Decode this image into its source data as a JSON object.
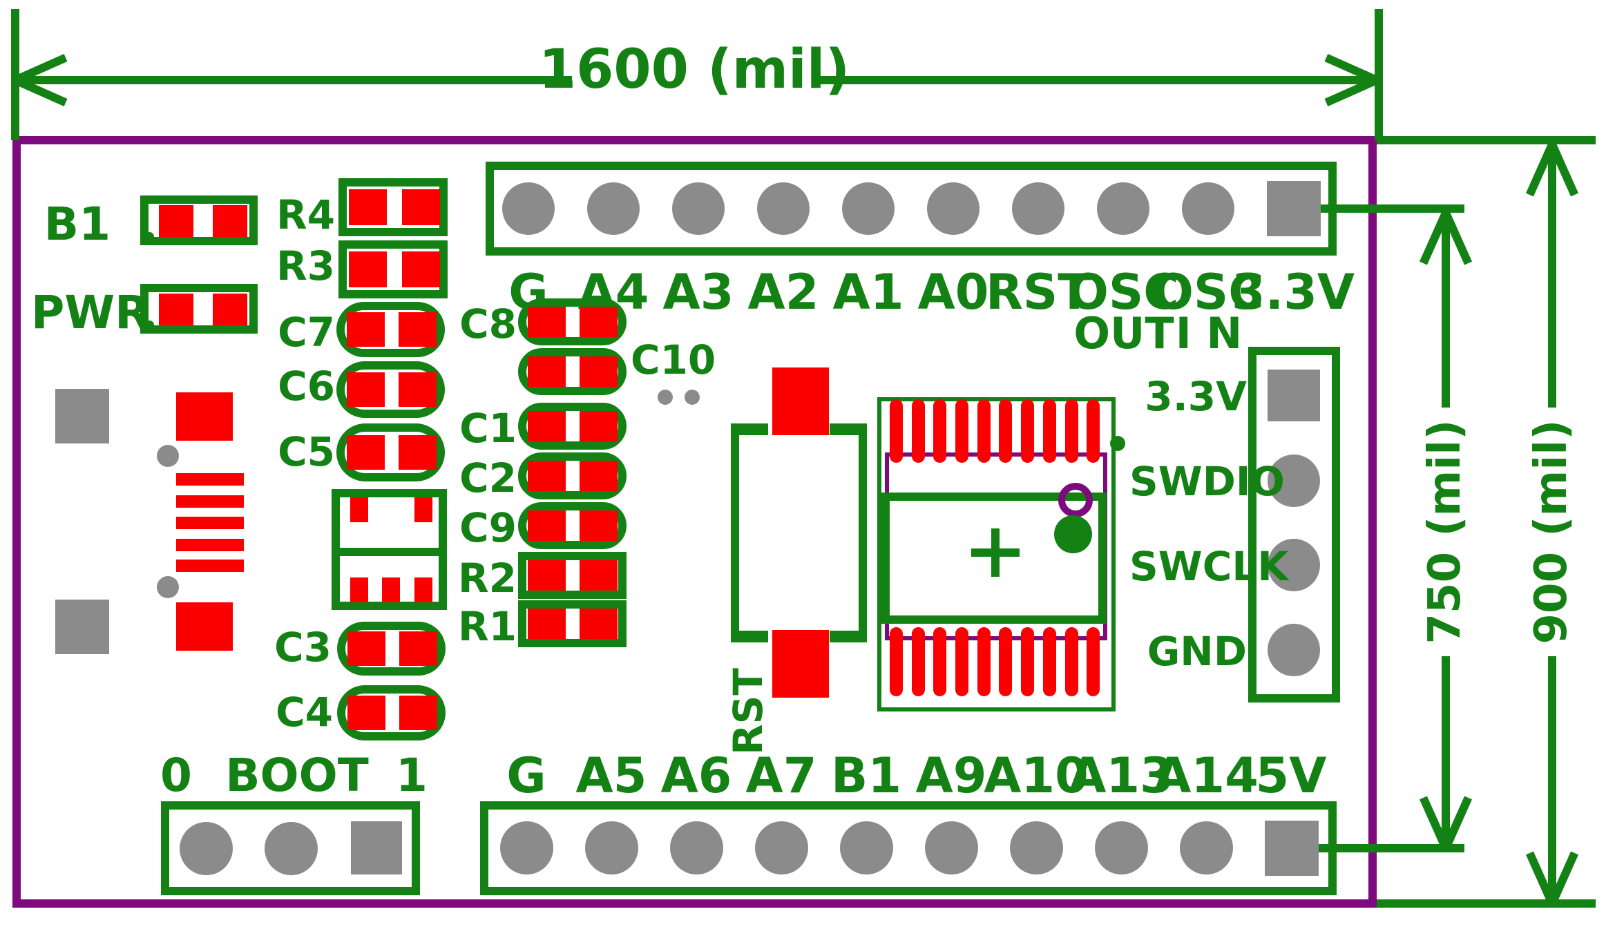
{
  "dimensions": {
    "width_label": "1600 (mil)",
    "inner_height_label": "750 (mil)",
    "outer_height_label": "900 (mil)"
  },
  "header_top": {
    "labels": [
      "G",
      "A4",
      "A3",
      "A2",
      "A1",
      "A0",
      "RST",
      "OSC",
      "OSC",
      "3.3V"
    ],
    "osc_out": "OUT",
    "osc_in": "I N"
  },
  "header_bottom": {
    "labels": [
      "G",
      "A5",
      "A6",
      "A7",
      "B1",
      "A9",
      "A10",
      "A13",
      "A14",
      "5V"
    ]
  },
  "boot_header": {
    "labels": [
      "0",
      "BOOT",
      "1"
    ]
  },
  "swd_header": {
    "labels": [
      "3.3V",
      "SWDIO",
      "SWCLK",
      "GND"
    ]
  },
  "refdes": {
    "b1": "B1",
    "pwr": "PWR",
    "r4": "R4",
    "r3": "R3",
    "r2": "R2",
    "r1": "R1",
    "c7": "C7",
    "c6": "C6",
    "c5": "C5",
    "c8": "C8",
    "c10": "C10",
    "c1": "C1",
    "c2": "C2",
    "c9": "C9",
    "c3": "C3",
    "c4": "C4",
    "rst": "RST"
  },
  "colors": {
    "silkscreen_green": "#148114",
    "pad_red": "#fa0000",
    "hole_gray": "#8b8b8b",
    "board_purple": "#7d0b7d",
    "background": "#ffffff"
  }
}
